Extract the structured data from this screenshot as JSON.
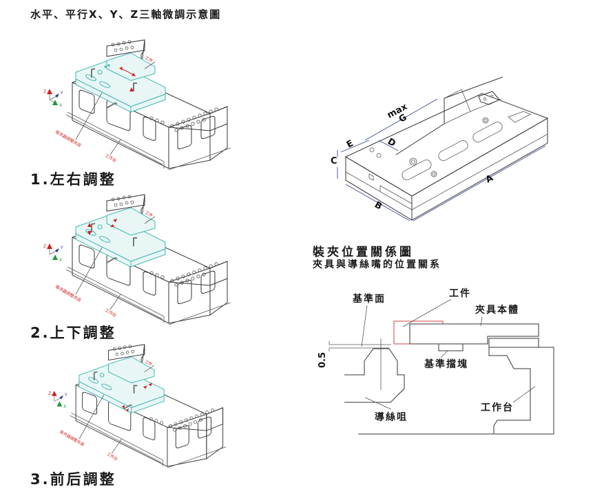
{
  "page": {
    "title": "水平、平行X、Y、Z三軸微調示意圖"
  },
  "adjustments": [
    {
      "label": "1.左右調整",
      "axis_legend": {
        "z": "Z",
        "y": "Y",
        "x": "X"
      },
      "callouts": {
        "workpiece": "工件",
        "fixture": "裝夾器調整夾具",
        "table": "工作台"
      }
    },
    {
      "label": "2.上下調整",
      "axis_legend": {
        "z": "Z",
        "y": "Y",
        "x": "X"
      },
      "callouts": {
        "workpiece": "工件",
        "fixture": "裝夾器調整夾具",
        "table": "工作台"
      }
    },
    {
      "label": "3.前后調整",
      "axis_legend": {
        "z": "Z",
        "y": "Y",
        "x": "X"
      },
      "callouts": {
        "workpiece": "工件",
        "fixture": "裝夾器調整夾具",
        "table": "工作台"
      }
    }
  ],
  "dimension_drawing": {
    "labels": {
      "max": "max",
      "g": "G",
      "e": "E",
      "d": "D",
      "c": "C",
      "a": "A",
      "b": "B"
    }
  },
  "relation_section": {
    "title": "裝夾位置關係圖",
    "subtitle": "夾具與導絲嘴的位置關系",
    "callouts": {
      "reference_face": "基準面",
      "workpiece": "工件",
      "fixture_body": "夾具本體",
      "reference_block": "基準擋塊",
      "wire_guide": "導絲咀",
      "worktable": "工作台",
      "gap_dimension": "0.5"
    }
  },
  "colors": {
    "fixture_cyan": "#3fb5b0",
    "arrow_red": "#d21f1f",
    "axis_blue": "#2a2f8f",
    "axis_green": "#1e9a3a",
    "dimension_blue": "#3a4a9a",
    "workpiece_outline": "#d04040"
  }
}
